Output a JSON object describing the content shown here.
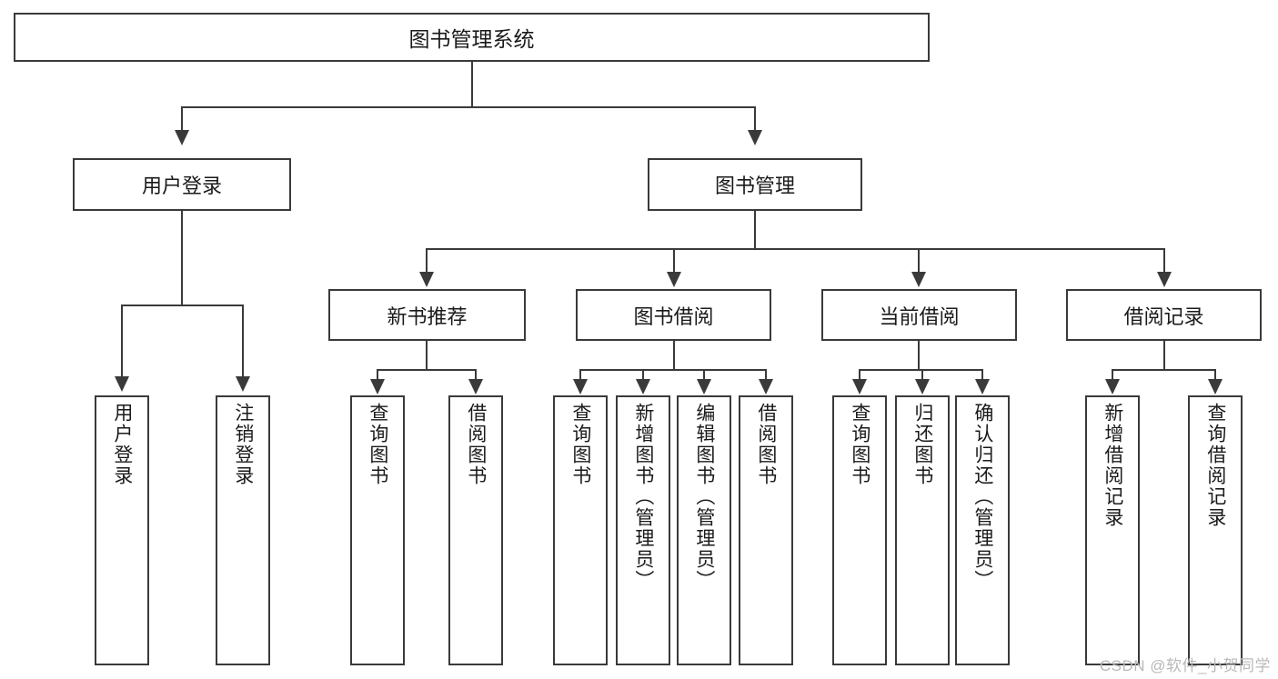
{
  "diagram": {
    "type": "tree-hierarchy-chart",
    "title": "图书管理系统",
    "root": {
      "label": "图书管理系统"
    },
    "level1": [
      {
        "label": "用户登录"
      },
      {
        "label": "图书管理"
      }
    ],
    "level2": [
      {
        "label": "新书推荐"
      },
      {
        "label": "图书借阅"
      },
      {
        "label": "当前借阅"
      },
      {
        "label": "借阅记录"
      }
    ],
    "leaves": {
      "user_login": [
        {
          "label": "用户登录"
        },
        {
          "label": "注销登录"
        }
      ],
      "new_book_recommend": [
        {
          "label": "查询图书"
        },
        {
          "label": "借阅图书"
        }
      ],
      "book_borrow": [
        {
          "label": "查询图书"
        },
        {
          "label": "新增图书（管理员）"
        },
        {
          "label": "编辑图书（管理员）"
        },
        {
          "label": "借阅图书"
        }
      ],
      "current_borrow": [
        {
          "label": "查询图书"
        },
        {
          "label": "归还图书"
        },
        {
          "label": "确认归还（管理员）"
        }
      ],
      "borrow_record": [
        {
          "label": "新增借阅记录"
        },
        {
          "label": "查询借阅记录"
        }
      ]
    }
  },
  "watermark": {
    "text": "CSDN @软件_小贺同学"
  },
  "colors": {
    "stroke": "#3a3a3a",
    "fill": "#ffffff",
    "text": "#1a1a1a",
    "watermark": "#b9b9b9"
  }
}
